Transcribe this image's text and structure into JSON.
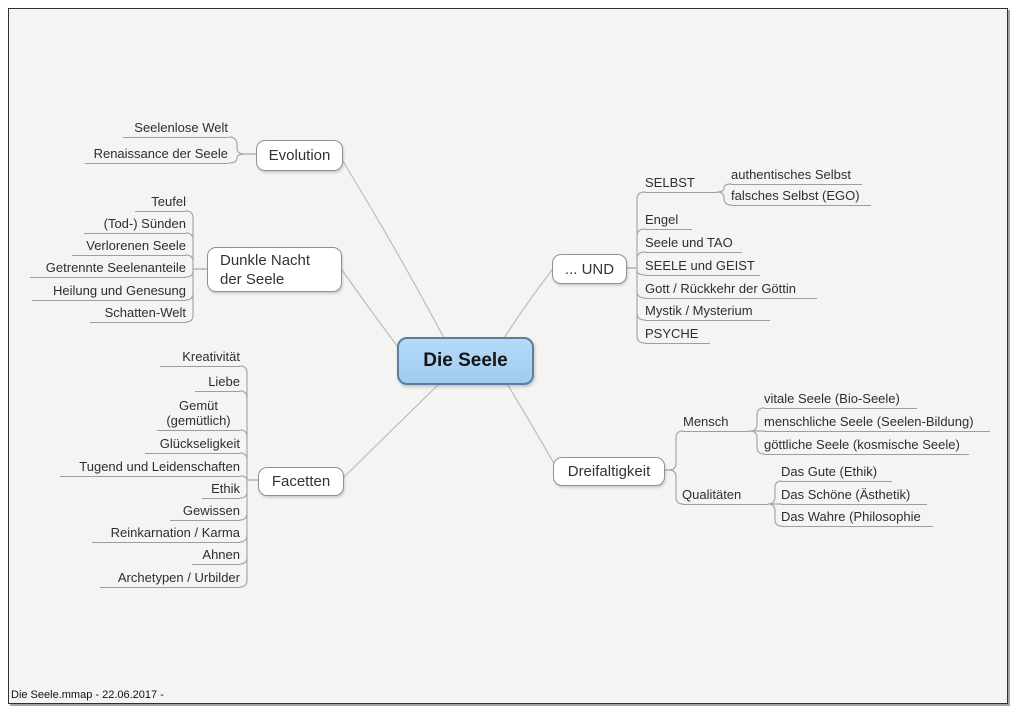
{
  "map": {
    "root_label": "Die Seele",
    "footer": "Die Seele.mmap - 22.06.2017 -",
    "colors": {
      "background": "#f4f4f3",
      "center_fill": "#a9d2f4",
      "center_border": "#5c7e9e",
      "node_fill": "#ffffff",
      "node_border": "#919191",
      "connector": "#a8a8a8",
      "text": "#2e2e2e"
    }
  },
  "branches": [
    {
      "label": "Evolution",
      "children": [
        {
          "label": "Seelenlose Welt"
        },
        {
          "label": "Renaissance der Seele"
        }
      ]
    },
    {
      "label": "Dunkle Nacht der Seele",
      "children": [
        {
          "label": "Teufel"
        },
        {
          "label": "(Tod-) Sünden"
        },
        {
          "label": "Verlorenen Seele"
        },
        {
          "label": "Getrennte Seelenanteile"
        },
        {
          "label": "Heilung und Genesung"
        },
        {
          "label": "Schatten-Welt"
        }
      ]
    },
    {
      "label": "Facetten",
      "children": [
        {
          "label": "Kreativität"
        },
        {
          "label": "Liebe"
        },
        {
          "label": "Gemüt (gemütlich)"
        },
        {
          "label": "Glückseligkeit"
        },
        {
          "label": "Tugend und Leidenschaften"
        },
        {
          "label": "Ethik"
        },
        {
          "label": "Gewissen"
        },
        {
          "label": "Reinkarnation / Karma"
        },
        {
          "label": "Ahnen"
        },
        {
          "label": "Archetypen / Urbilder"
        }
      ]
    },
    {
      "label": "... UND",
      "children": [
        {
          "label": "SELBST",
          "children": [
            {
              "label": "authentisches Selbst"
            },
            {
              "label": "falsches Selbst (EGO)"
            }
          ]
        },
        {
          "label": "Engel"
        },
        {
          "label": "Seele und TAO"
        },
        {
          "label": "SEELE und GEIST"
        },
        {
          "label": "Gott / Rückkehr der Göttin"
        },
        {
          "label": "Mystik / Mysterium"
        },
        {
          "label": "PSYCHE"
        }
      ]
    },
    {
      "label": "Dreifaltigkeit",
      "children": [
        {
          "label": "Mensch",
          "children": [
            {
              "label": "vitale Seele (Bio-Seele)"
            },
            {
              "label": "menschliche Seele (Seelen-Bildung)"
            },
            {
              "label": "göttliche Seele (kosmische Seele)"
            }
          ]
        },
        {
          "label": "Qualitäten",
          "children": [
            {
              "label": "Das Gute (Ethik)"
            },
            {
              "label": "Das Schöne (Ästhetik)"
            },
            {
              "label": "Das Wahre (Philosophie"
            }
          ]
        }
      ]
    }
  ]
}
